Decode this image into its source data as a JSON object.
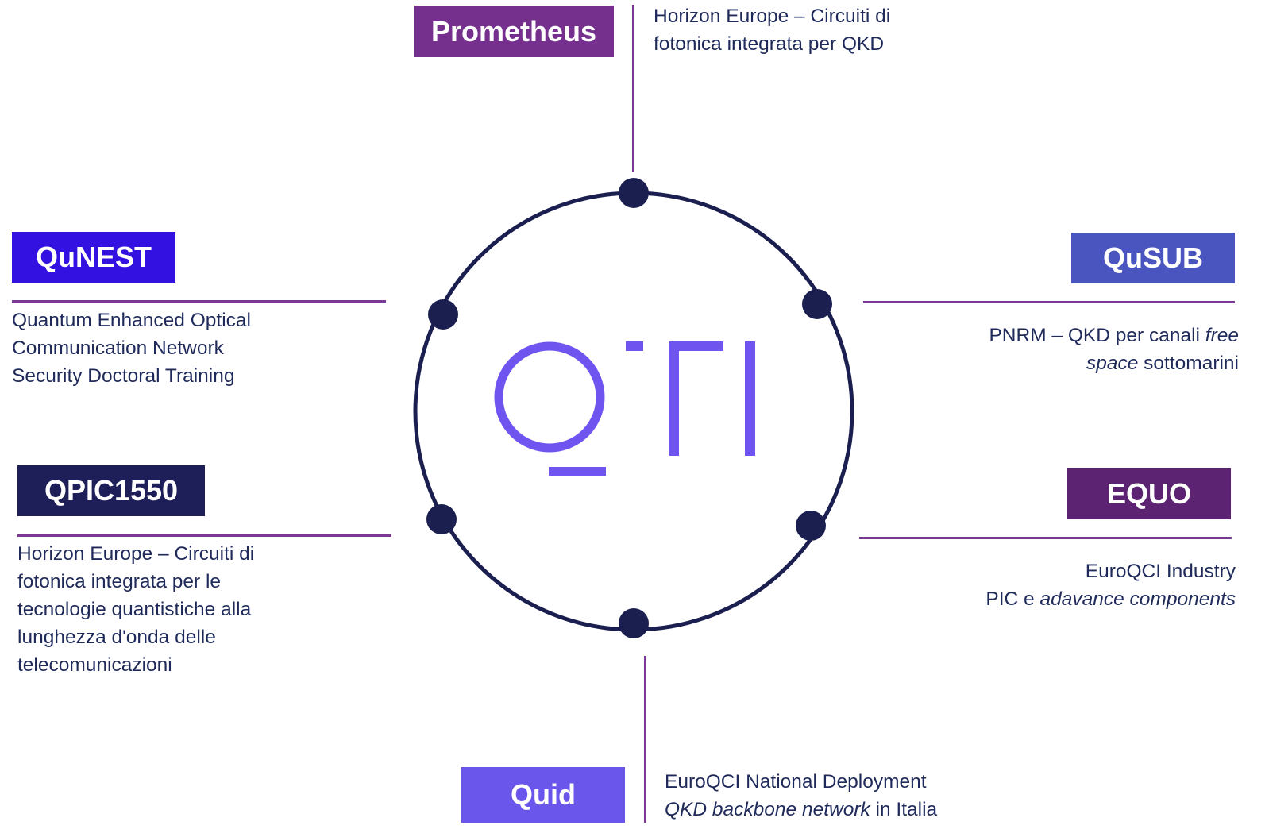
{
  "center_logo": {
    "text": "QTI",
    "color": "#7054ef"
  },
  "ring": {
    "color": "#1b1f4f",
    "node_color": "#1b1f4f",
    "node_count": 6
  },
  "connector_color": "#7a3a93",
  "projects": {
    "prometheus": {
      "name": "Prometheus",
      "color": "#75308e",
      "desc": [
        [
          {
            "t": "Horizon Europe – Circuiti di",
            "i": false
          }
        ],
        [
          {
            "t": "fotonica integrata per QKD",
            "i": false
          }
        ]
      ]
    },
    "qunest": {
      "name": "QuNEST",
      "color": "#3312e1",
      "desc": [
        [
          {
            "t": "Quantum Enhanced Optical",
            "i": false
          }
        ],
        [
          {
            "t": "Communication Network",
            "i": false
          }
        ],
        [
          {
            "t": "Security Doctoral Training",
            "i": false
          }
        ]
      ]
    },
    "qpic1550": {
      "name": "QPIC1550",
      "color": "#1e1f58",
      "desc": [
        [
          {
            "t": "Horizon Europe – Circuiti di",
            "i": false
          }
        ],
        [
          {
            "t": "fotonica integrata per le",
            "i": false
          }
        ],
        [
          {
            "t": "tecnologie quantistiche alla",
            "i": false
          }
        ],
        [
          {
            "t": "lunghezza d'onda delle",
            "i": false
          }
        ],
        [
          {
            "t": "telecomunicazioni",
            "i": false
          }
        ]
      ]
    },
    "qusub": {
      "name": "QuSUB",
      "color": "#4a55c0",
      "desc": [
        [
          {
            "t": "PNRM – QKD per canali ",
            "i": false
          },
          {
            "t": "free",
            "i": true
          }
        ],
        [
          {
            "t": "space",
            "i": true
          },
          {
            "t": " sottomarini",
            "i": false
          }
        ]
      ]
    },
    "equo": {
      "name": "EQUO",
      "color": "#5b2371",
      "desc": [
        [
          {
            "t": "EuroQCI Industry",
            "i": false
          }
        ],
        [
          {
            "t": "PIC e ",
            "i": false
          },
          {
            "t": "adavance components",
            "i": true
          }
        ]
      ]
    },
    "quid": {
      "name": "Quid",
      "color": "#6b56ec",
      "desc": [
        [
          {
            "t": "EuroQCI National Deployment",
            "i": false
          }
        ],
        [
          {
            "t": "QKD backbone network",
            "i": true
          },
          {
            "t": " in Italia",
            "i": false
          }
        ]
      ]
    }
  }
}
